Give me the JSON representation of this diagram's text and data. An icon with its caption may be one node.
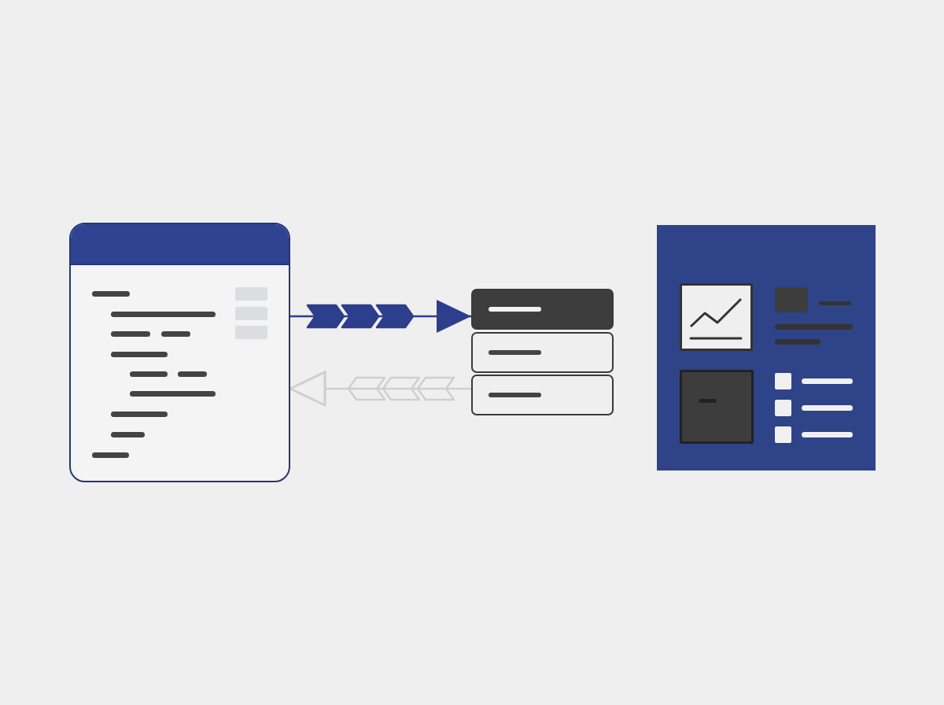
{
  "diagram": {
    "nodes": [
      {
        "text": [],
        "shape": "box"
      },
      {
        "text": [],
        "shape": "box"
      },
      {
        "text": [],
        "shape": "box"
      }
    ],
    "edges": [
      {
        "from": 0,
        "to": 1,
        "arrow": "to",
        "color": "#2c3e8c"
      },
      {
        "from": 1,
        "to": 0,
        "arrow": "to",
        "color": "#cfcfcf"
      }
    ]
  }
}
